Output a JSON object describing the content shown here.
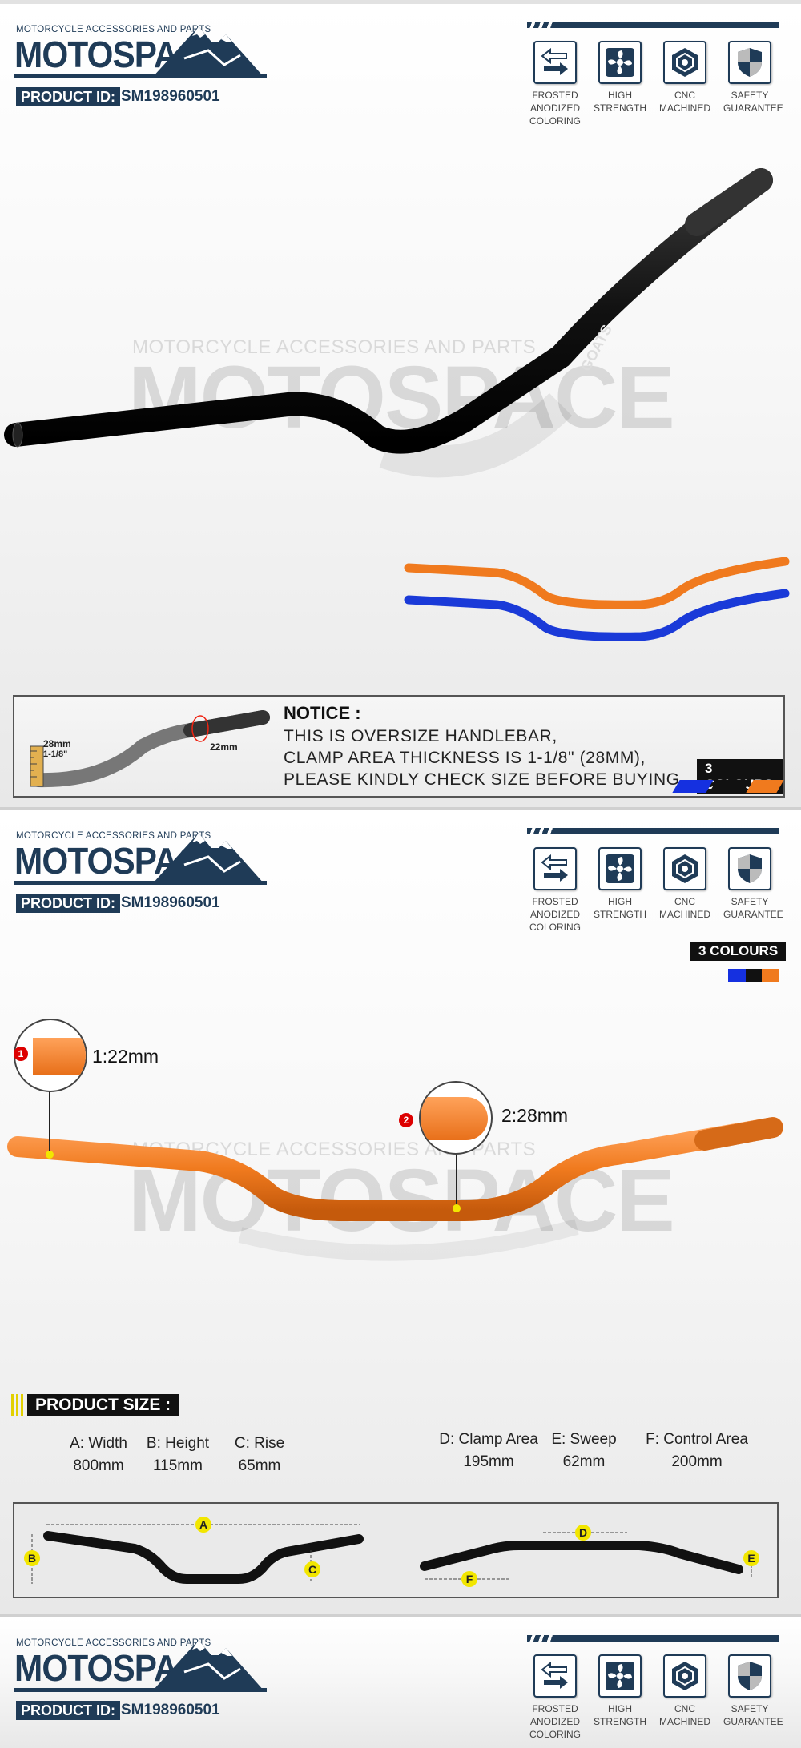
{
  "brand": {
    "tagline": "MOTORCYCLE ACCESSORIES AND PARTS",
    "name": "MOTOSPACE",
    "product_id_label": "PRODUCT ID:",
    "product_id": "SM198960501"
  },
  "features": [
    {
      "label": "FROSTED\nANODIZED\nCOLORING",
      "icon": "arrows-icon"
    },
    {
      "label": "HIGH\nSTRENGTH",
      "icon": "fan-icon"
    },
    {
      "label": "CNC\nMACHINED",
      "icon": "hexagon-icon"
    },
    {
      "label": "SAFETY\nGUARANTEE",
      "icon": "shield-icon"
    }
  ],
  "notice": {
    "title": "NOTICE :",
    "line1": "THIS IS OVERSIZE HANDLEBAR,",
    "line2": "CLAMP AREA THICKNESS IS 1-1/8\" (28MM),",
    "line3": "PLEASE KINDLY CHECK SIZE BEFORE BUYING.",
    "diagram_clamp": "28mm",
    "diagram_clamp_inch": "1-1/8\"",
    "diagram_end": "22mm"
  },
  "colours": {
    "label": "3 COLOURS",
    "swatches": [
      "#1530e0",
      "#111111",
      "#f07a1e"
    ]
  },
  "callouts": {
    "c1_num": "1",
    "c1_text": "1:22mm",
    "c2_num": "2",
    "c2_text": "2:28mm"
  },
  "size": {
    "title": "PRODUCT SIZE :",
    "dims": [
      {
        "label": "A: Width",
        "value": "800mm"
      },
      {
        "label": "B: Height",
        "value": "115mm"
      },
      {
        "label": "C: Rise",
        "value": "65mm"
      },
      {
        "label": "D: Clamp Area",
        "value": "195mm"
      },
      {
        "label": "E: Sweep",
        "value": "62mm"
      },
      {
        "label": "F: Control Area",
        "value": "200mm"
      }
    ],
    "letters": [
      "A",
      "B",
      "C",
      "D",
      "E",
      "F"
    ]
  },
  "bar_brand": "GOATS",
  "colors": {
    "navy": "#1f3b57",
    "orange": "#f07a1e",
    "blue": "#1530e0"
  }
}
